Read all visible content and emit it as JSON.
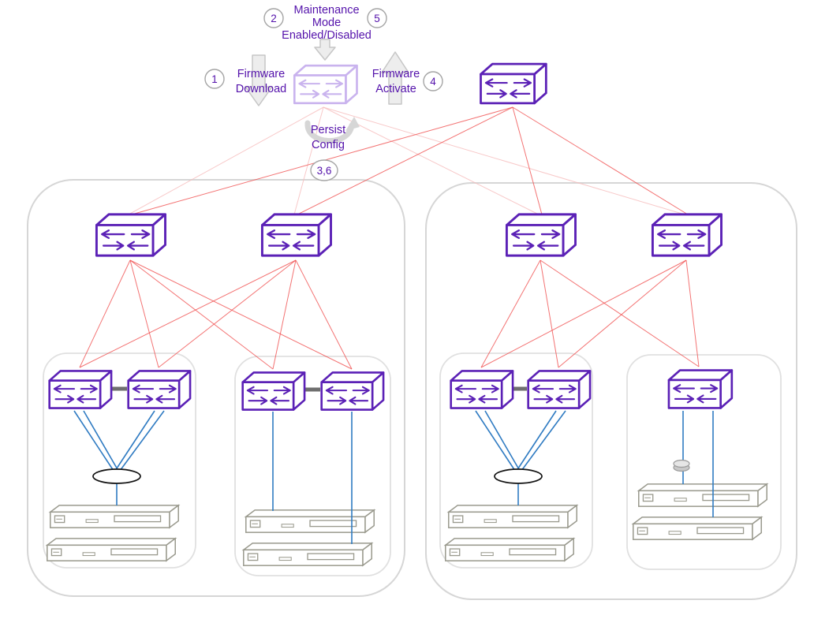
{
  "annotations": {
    "maintenance_mode": {
      "line1": "Maintenance",
      "line2": "Mode",
      "line3": "Enabled/Disabled",
      "step_enable": "2",
      "step_disable": "5"
    },
    "firmware_download": {
      "line1": "Firmware",
      "line2": "Download",
      "step": "1"
    },
    "firmware_activate": {
      "line1": "Firmware",
      "line2": "Activate",
      "step": "4"
    },
    "persist_config": {
      "line1": "Persist",
      "line2": "Config",
      "steps": "3,6"
    }
  },
  "icons": {
    "switch-icon": "3d-box-with-exchange-arrows",
    "server-icon": "1u-rack-server",
    "disk-icon": "small-cylinder"
  },
  "colors": {
    "switch-purple": "#5b21b6",
    "switch-faded": "#c9b3ee",
    "link-red": "#f05050",
    "link-red-faded": "#f6bcbc",
    "link-blue": "#2f7bc2",
    "server-gray": "#9a9a8e",
    "text-purple": "#5412ab",
    "arrow-gray": "#c6c6c6",
    "badge-gray": "#a5a5a5",
    "pod-border": "#d6d6d6"
  }
}
